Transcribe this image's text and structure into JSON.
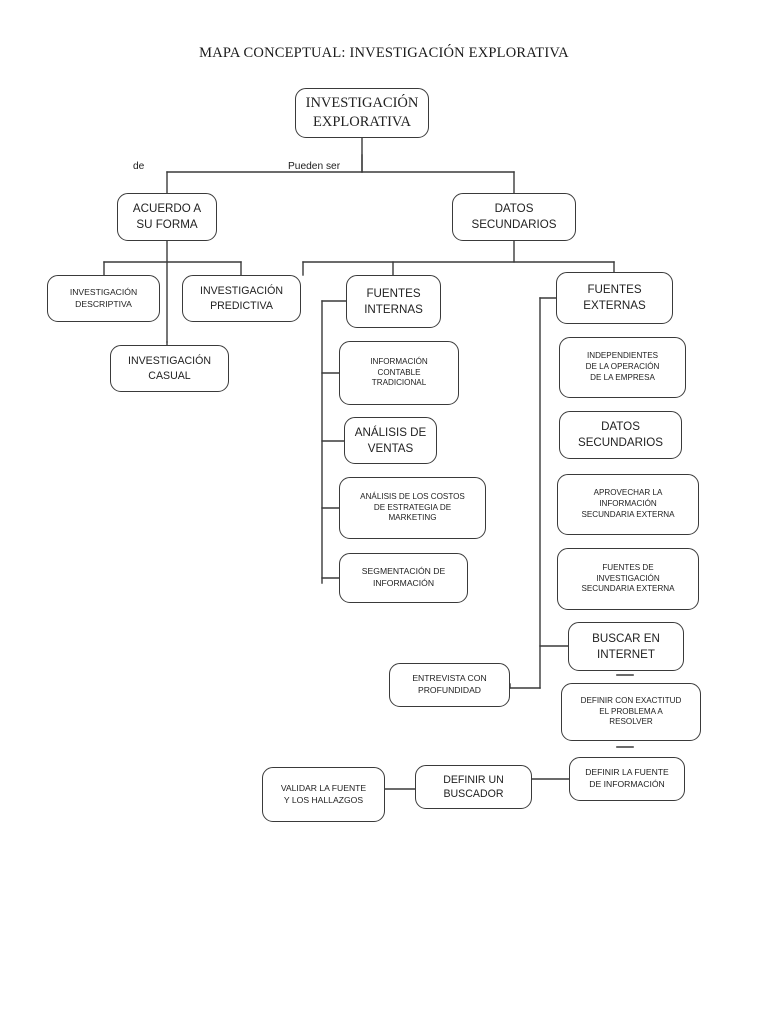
{
  "document": {
    "title": "MAPA CONCEPTUAL: INVESTIGACIÓN EXPLORATIVA",
    "stroke_color": "#3a3a3a",
    "background_color": "#ffffff",
    "text_color": "#222222"
  },
  "edge_labels": {
    "de": "de",
    "pueden_ser": "Pueden ser"
  },
  "nodes": {
    "root": "INVESTIGACIÓN\nEXPLORATIVA",
    "acuerdo_forma": "ACUERDO A\nSU FORMA",
    "datos_secundarios": "DATOS\nSECUNDARIOS",
    "inv_descriptiva": "INVESTIGACIÓN\nDESCRIPTIVA",
    "inv_predictiva": "INVESTIGACIÓN\nPREDICTIVA",
    "inv_casual": "INVESTIGACIÓN\nCASUAL",
    "fuentes_internas": "FUENTES\nINTERNAS",
    "info_contable": "INFORMACIÓN\nCONTABLE\nTRADICIONAL",
    "analisis_ventas": "ANÁLISIS DE\nVENTAS",
    "analisis_costos": "ANÁLISIS DE LOS COSTOS\nDE ESTRATEGIA DE\nMARKETING",
    "segmentacion": "SEGMENTACIÓN DE\nINFORMACIÓN",
    "fuentes_externas": "FUENTES\nEXTERNAS",
    "independientes": "INDEPENDIENTES\nDE LA OPERACIÓN\nDE LA EMPRESA",
    "datos_secundarios_2": "DATOS\nSECUNDARIOS",
    "aprovechar": "APROVECHAR LA\nINFORMACIÓN\nSECUNDARIA EXTERNA",
    "fuentes_investigacion": "FUENTES DE\nINVESTIGACIÓN\nSECUNDARIA EXTERNA",
    "buscar_internet": "BUSCAR EN\nINTERNET",
    "definir_problema": "DEFINIR CON EXACTITUD\nEL PROBLEMA A\nRESOLVER",
    "entrevista": "ENTREVISTA CON\nPROFUNDIDAD",
    "definir_fuente": "DEFINIR LA FUENTE\nDE INFORMACIÓN",
    "definir_buscador": "DEFINIR UN\nBUSCADOR",
    "validar_fuente": "VALIDAR LA FUENTE\nY LOS HALLAZGOS"
  }
}
